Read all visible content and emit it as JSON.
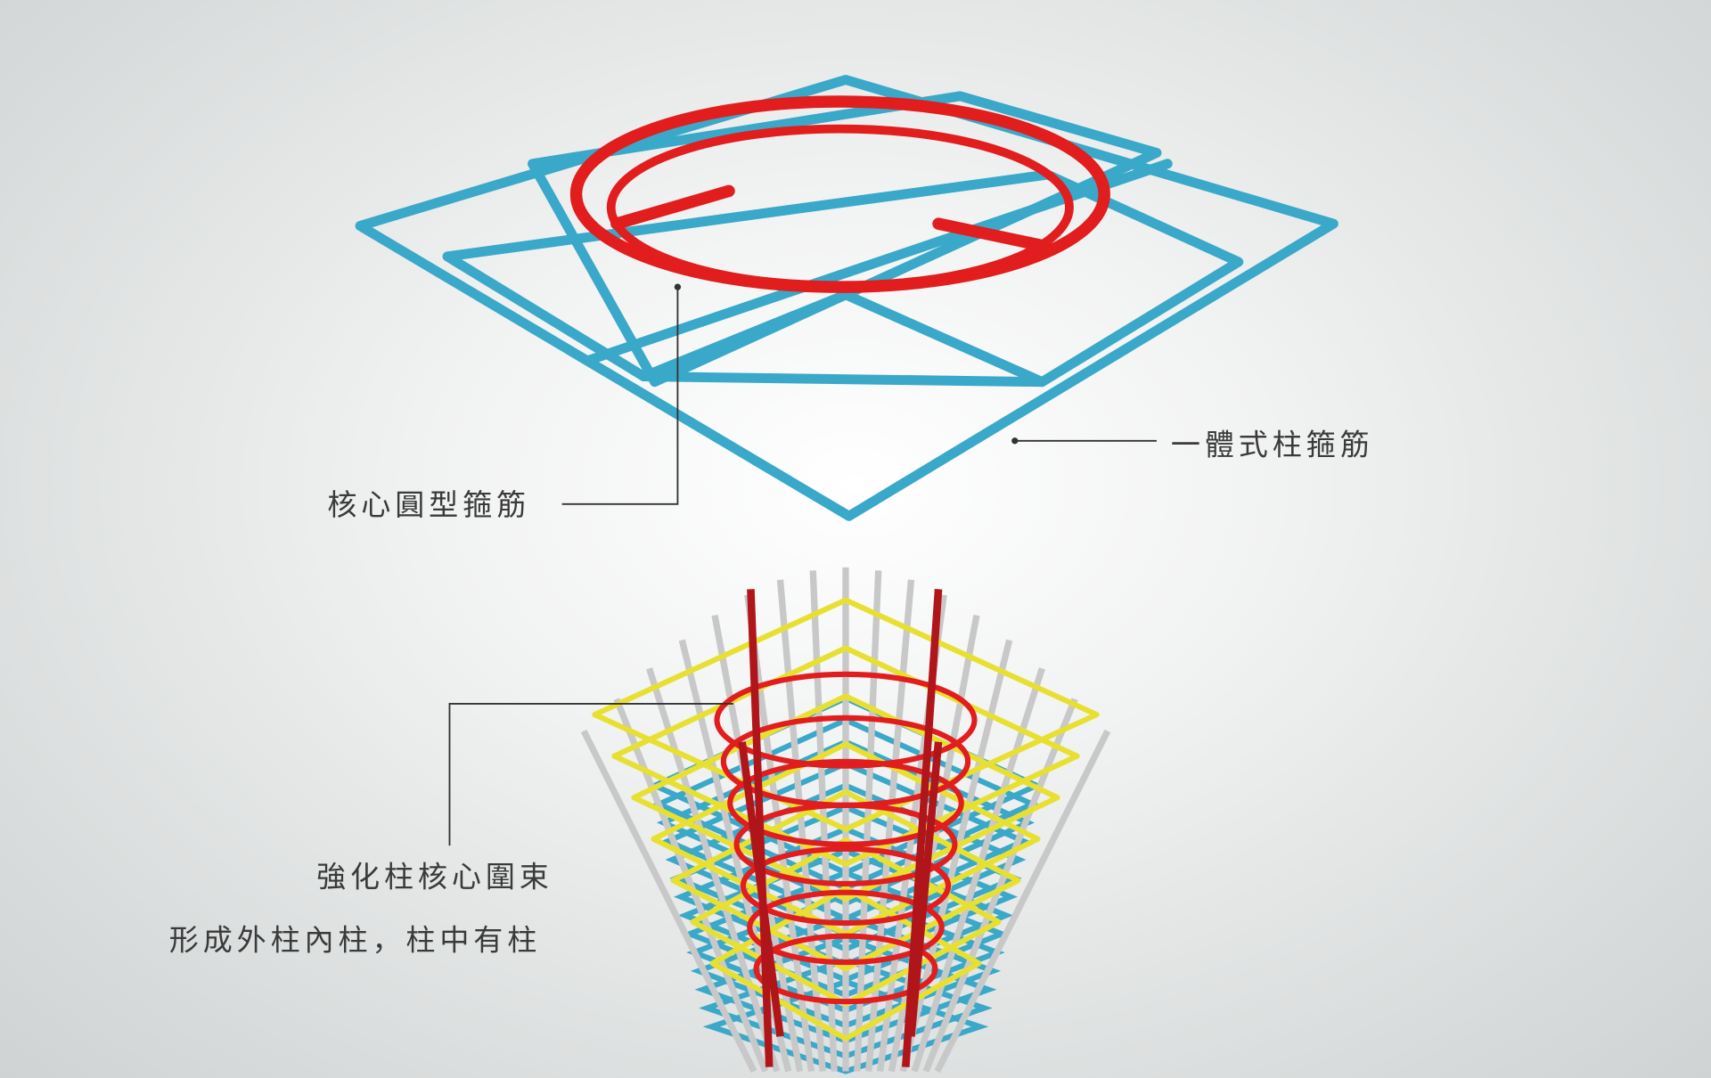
{
  "labels": {
    "core_circular_hoop": "核心圓型箍筋",
    "integrated_column_hoop": "一體式柱箍筋",
    "reinforce_core": "強化柱核心圍束",
    "column_in_column": "形成外柱內柱，柱中有柱"
  },
  "colors": {
    "hoop_blue": "#3aa8c9",
    "core_red": "#e21d1d",
    "tie_yellow": "#e8e030",
    "bar_grey": "#c8c8c8",
    "leader": "#333333"
  }
}
